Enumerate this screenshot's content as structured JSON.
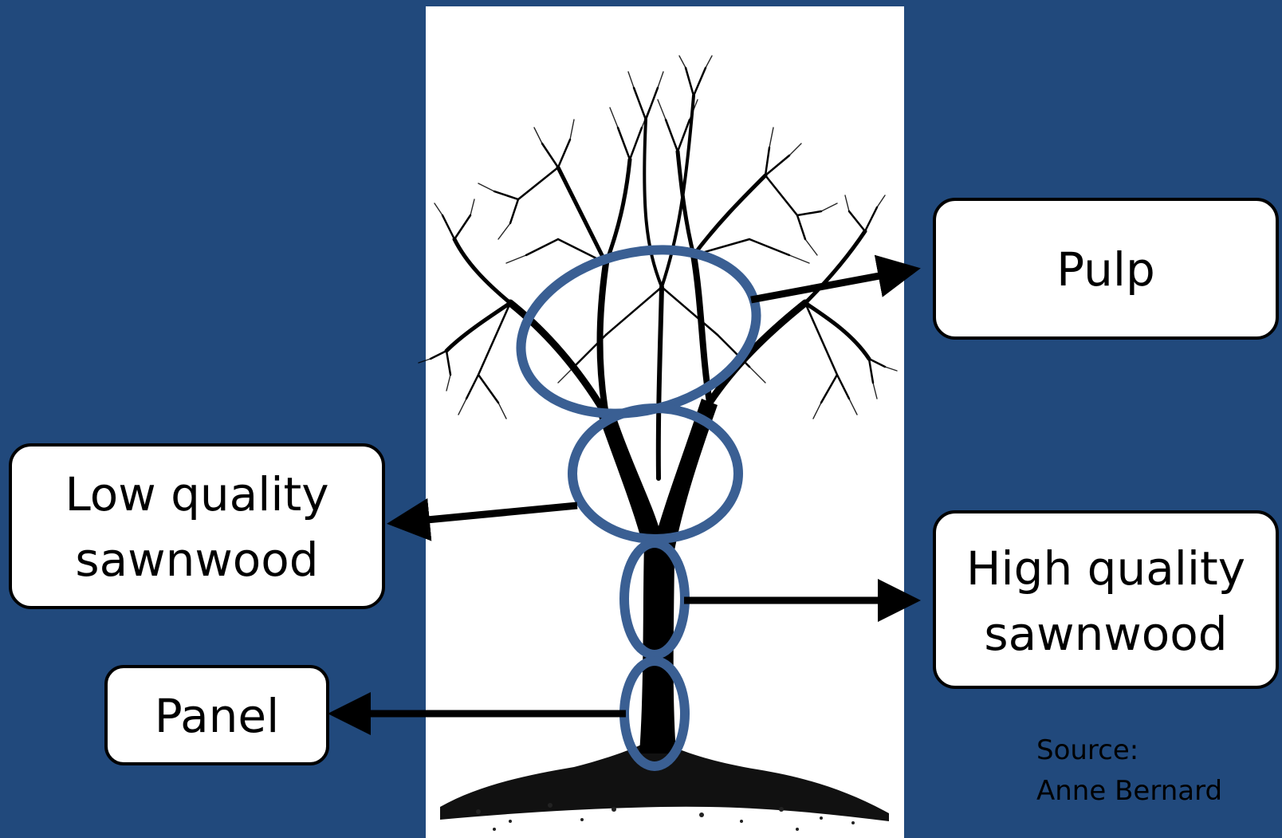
{
  "labels": {
    "pulp": "Pulp",
    "low_quality_line1": "Low quality",
    "low_quality_line2": "sawnwood",
    "high_quality_line1": "High quality",
    "high_quality_line2": "sawnwood",
    "panel": "Panel"
  },
  "source": {
    "line1": "Source:",
    "line2": "Anne Bernard"
  },
  "colors": {
    "background": "#21497C",
    "ring": "#3A5F93",
    "box_fill": "#FFFFFF",
    "ink": "#000000"
  },
  "icons": [
    "tree-illustration",
    "arrow-icon"
  ]
}
